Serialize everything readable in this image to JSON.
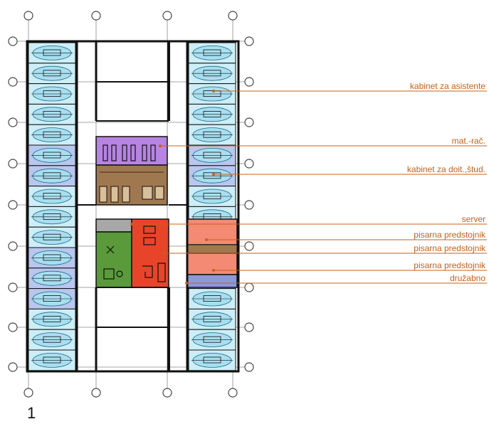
{
  "plan": {
    "number": "1",
    "colors": {
      "wall": "#111111",
      "office": "#cdeef7",
      "office_alt": "#b9c6ee",
      "purple": "#b784e2",
      "brown": "#a07850",
      "green": "#5a9a3a",
      "red": "#e8442a",
      "salmon": "#f48a74",
      "leader": "#c8601a"
    },
    "labels": [
      "kabinet za asistente",
      "mat.-rač.",
      "kabinet za doit.,štud.",
      "server",
      "pisarna predstojnik",
      "pisarna predstojnik",
      "pisarna predstojnik",
      "družabno"
    ]
  }
}
